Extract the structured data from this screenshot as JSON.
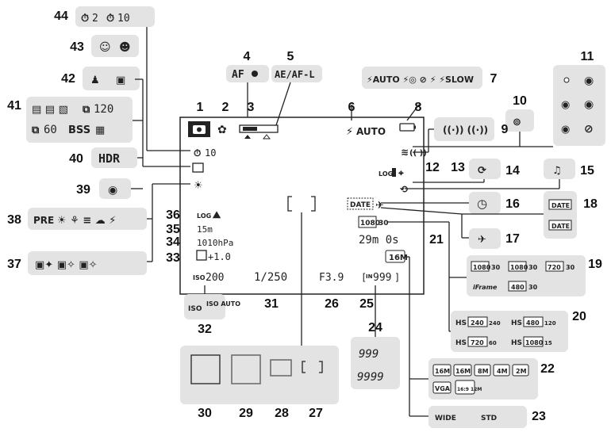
{
  "numbers": [
    "1",
    "2",
    "3",
    "4",
    "5",
    "6",
    "7",
    "8",
    "9",
    "10",
    "11",
    "12",
    "13",
    "14",
    "15",
    "16",
    "17",
    "18",
    "19",
    "20",
    "21",
    "22",
    "23",
    "24",
    "25",
    "26",
    "27",
    "28",
    "29",
    "30",
    "31",
    "32",
    "33",
    "34",
    "35",
    "36",
    "37",
    "38",
    "39",
    "40",
    "41",
    "42",
    "43",
    "44"
  ],
  "screen": {
    "af": "AF",
    "ae_af_l": "AE/AF-L",
    "flash_auto": "AUTO",
    "self_timer": "10",
    "iso": "200",
    "shutter": "1/250",
    "aperture": "F3.9",
    "exposure_comp": "+1.0",
    "pressure": "1010hPa",
    "altitude": "15m",
    "loc": "LOG",
    "date_label": "DATE",
    "movie_time": "29m 0s",
    "shots": "999",
    "mem_in": "IN",
    "image_size": "16M",
    "movie_1080": "1080",
    "movie_30": "30"
  },
  "callouts": {
    "flash_modes": [
      "AUTO",
      "",
      "",
      "",
      "SLOW"
    ],
    "self_timer_options": [
      "2",
      "10"
    ],
    "hdr": "HDR",
    "continuous": [
      "120",
      "60",
      "BSS"
    ],
    "iso_options": [
      "ISO",
      "ISO AUTO"
    ],
    "pre": "PRE",
    "date_options": [
      "DATE",
      "DATE"
    ],
    "movie_options": [
      {
        "size": "1080",
        "fps": "30"
      },
      {
        "size": "1080",
        "fps": "30"
      },
      {
        "size": "720",
        "fps": "30"
      },
      {
        "size": "480",
        "fps": "30"
      }
    ],
    "iframe": "iFrame",
    "hs_options": [
      {
        "label": "HS",
        "size": "240",
        "fps": "240"
      },
      {
        "label": "HS",
        "size": "480",
        "fps": "120"
      },
      {
        "label": "HS",
        "size": "720",
        "fps": "60"
      },
      {
        "label": "HS",
        "size": "1080",
        "fps": "15"
      }
    ],
    "image_sizes": [
      "16M",
      "16M",
      "8M",
      "4M",
      "2M",
      "VGA",
      "16:9 12M"
    ],
    "lens_modes": [
      "WIDE",
      "STD"
    ],
    "shots_remaining": [
      "999",
      "9999"
    ]
  },
  "colors": {
    "panel": "#e3e3e3",
    "ink": "#222222"
  }
}
